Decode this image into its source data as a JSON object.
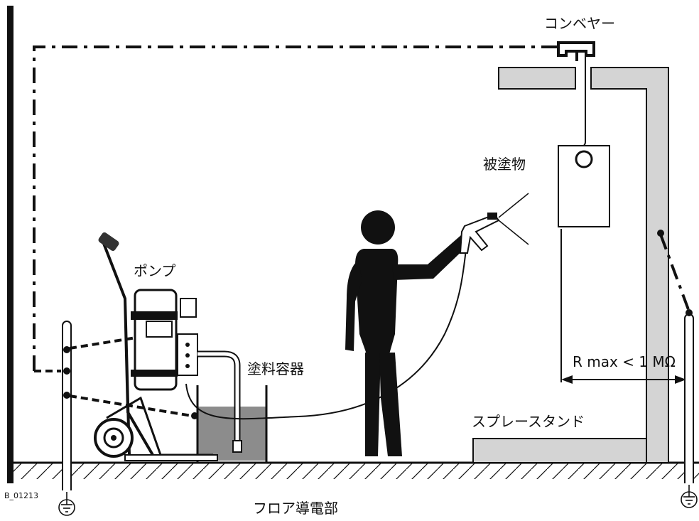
{
  "labels": {
    "conveyor": "コンベヤー",
    "workpiece": "被塗物",
    "pump": "ポンプ",
    "paint_container": "塗料容器",
    "resistance": "R max < 1 MΩ",
    "spray_stand": "スプレースタンド",
    "floor": "フロア導電部",
    "figure_id": "B_01213"
  },
  "colors": {
    "ink": "#111111",
    "stand_fill": "#d4d4d4",
    "paint_fill": "#8c8c8c",
    "background": "#ffffff"
  },
  "icons": [
    "ground-symbol-icon",
    "operator-silhouette-icon",
    "spray-gun-icon",
    "airless-pump-cart-icon"
  ]
}
